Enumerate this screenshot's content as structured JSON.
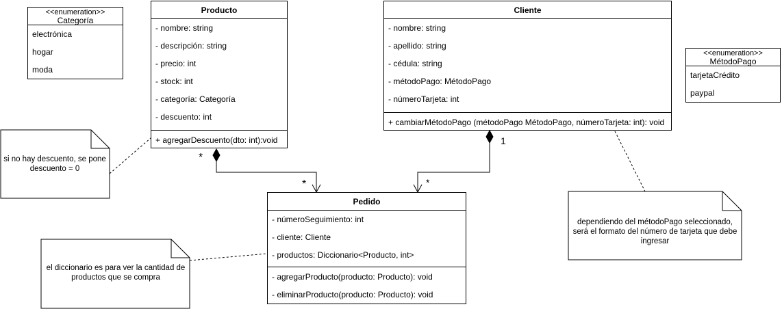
{
  "categoria": {
    "stereotype": "<<enumeration>>",
    "name": "Categoría",
    "values": [
      "electrónica",
      "hogar",
      "moda"
    ]
  },
  "producto": {
    "name": "Producto",
    "attributes": [
      "- nombre: string",
      "- descripción: string",
      "- precio: int",
      "- stock: int",
      "- categoría: Categoría",
      "- descuento: int"
    ],
    "methods": [
      "+ agregarDescuento(dto: int):void"
    ]
  },
  "cliente": {
    "name": "Cliente",
    "attributes": [
      "- nombre: string",
      "- apellido: string",
      "- cédula: string",
      "- métodoPago: MétodoPago",
      "- númeroTarjeta: int"
    ],
    "methods": [
      "+ cambiarMétodoPago (métodoPago MétodoPago, númeroTarjeta: int): void"
    ]
  },
  "metodopago": {
    "stereotype": "<<enumeration>>",
    "name": "MétodoPago",
    "values": [
      "tarjetaCrédito",
      "paypal"
    ]
  },
  "pedido": {
    "name": "Pedido",
    "attributes": [
      "- númeroSeguimiento: int",
      "- cliente: Cliente",
      "- productos: Diccionario<Producto, int>"
    ],
    "methods": [
      "- agregarProducto(producto: Producto): void",
      "- eliminarProducto(producto: Producto): void"
    ]
  },
  "notes": {
    "descuento": "si no hay descuento, se pone descuento = 0",
    "diccionario": "el diccionario es para ver la cantidad de productos que se compra",
    "metodopago": "dependiendo del métodoPago seleccionado, será el formato del número de tarjeta que debe ingresar"
  },
  "multiplicities": {
    "producto_end": "*",
    "pedido_from_producto": "*",
    "cliente_end": "1",
    "pedido_from_cliente": "*"
  }
}
